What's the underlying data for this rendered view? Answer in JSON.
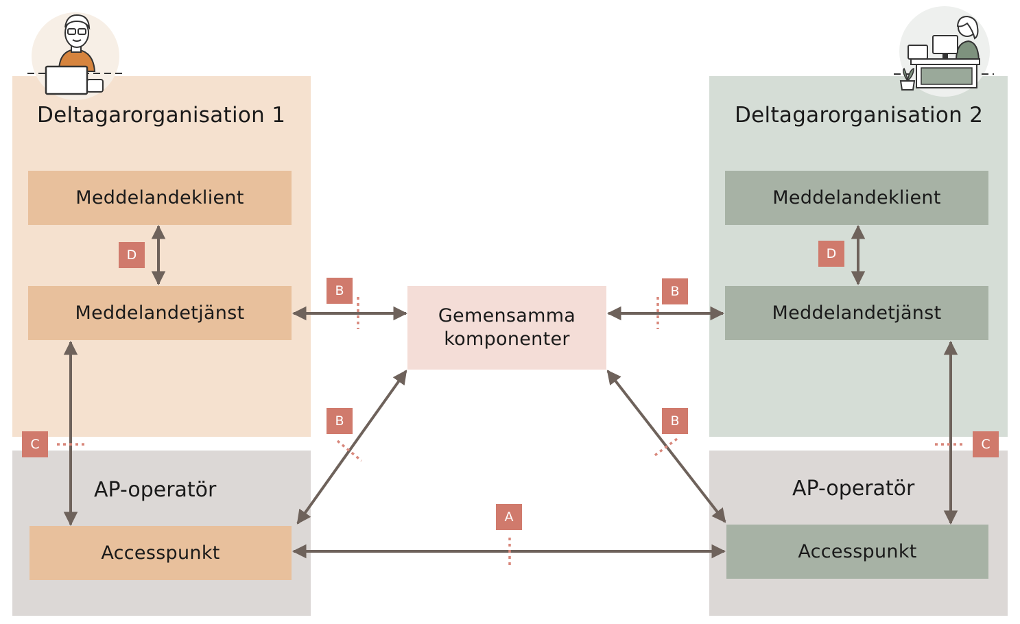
{
  "colors": {
    "org1_bg": "#f5e1cf",
    "org1_box": "#e8c09c",
    "org2_bg": "#d5ddd6",
    "org2_box": "#a7b2a5",
    "ap_bg": "#dcd8d6",
    "center_bg": "#f4ddd7",
    "badge": "#d07a6c",
    "arrow": "#6e625b",
    "dotted": "#d8877b"
  },
  "org1": {
    "title": "Deltagarorganisation 1",
    "client": "Meddelandeklient",
    "service": "Meddelandetjänst",
    "operator": "AP-operatör",
    "accesspoint": "Accesspunkt",
    "person_icon": "man-with-laptop-icon"
  },
  "org2": {
    "title": "Deltagarorganisation 2",
    "client": "Meddelandeklient",
    "service": "Meddelandetjänst",
    "operator": "AP-operatör",
    "accesspoint": "Accesspunkt",
    "person_icon": "woman-at-desk-icon"
  },
  "center": {
    "line1": "Gemensamma",
    "line2": "komponenter"
  },
  "badges": {
    "a": "A",
    "b": "B",
    "c": "C",
    "d": "D"
  }
}
